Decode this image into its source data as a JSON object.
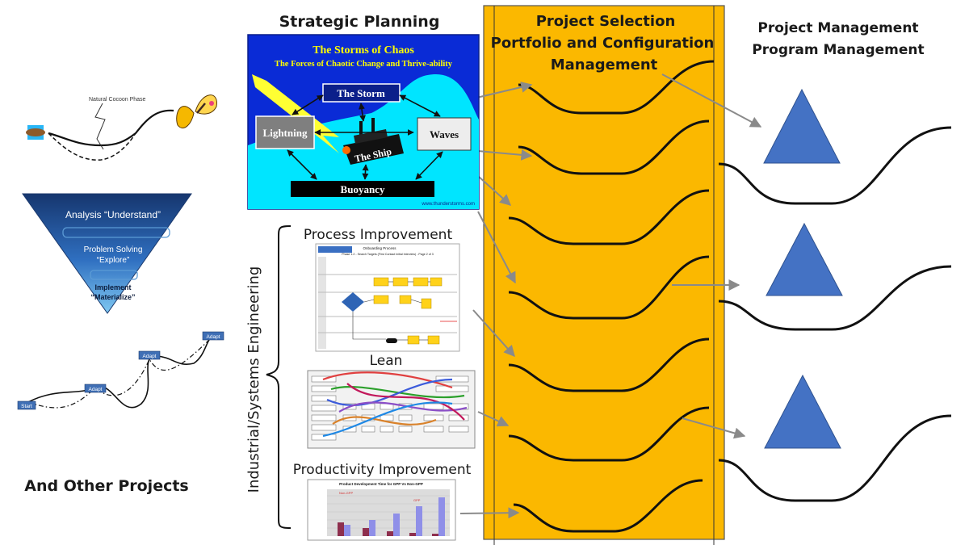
{
  "headings": {
    "strategic_planning": "Strategic Planning",
    "project_selection_line1": "Project Selection",
    "project_selection_line2": "Portfolio and Configuration",
    "project_selection_line3": "Management",
    "project_management_line1": "Project Management",
    "project_management_line2": "Program Management"
  },
  "left_panel": {
    "cocoon_label": "Natural Cocoon Phase",
    "funnel": {
      "analysis": "Analysis “Understand”",
      "problem_solving_line1": "Problem Solving",
      "problem_solving_line2": "“Explore”",
      "implement_line1": "Implement",
      "implement_line2": "“Materialize”"
    },
    "path_labels": {
      "start": "Start",
      "adapt1": "Adapt",
      "adapt2": "Adapt",
      "adapt3": "Adapt"
    },
    "other_projects": "And Other Projects"
  },
  "chaos_panel": {
    "title": "The Storms of Chaos",
    "subtitle": "The Forces of Chaotic Change and Thrive-ability",
    "storm": "The Storm",
    "lightning": "Lightning",
    "waves": "Waves",
    "ship": "The Ship",
    "buoyancy": "Buoyancy",
    "footer": "www.thunderstorms.com"
  },
  "engineering": {
    "side_label": "Industrial/Systems Engineering",
    "process_improvement": "Process Improvement",
    "process_doc_title": "Onboarding Process",
    "process_doc_subtitle": "Phase 1.2 - Search Targets (First Contact Initial Interview) - Page 2 of 3",
    "lean": "Lean",
    "productivity_improvement": "Productivity Improvement",
    "productivity_chart_title": "Product Development Time for GPP Vs Non-GPP",
    "productivity_legend_a": "Non-GPP",
    "productivity_legend_b": "GPP"
  },
  "colors": {
    "portfolio_fill": "#fbb800",
    "triangle_fill": "#4472c4",
    "chaos_bg": "#0a2bd6",
    "water": "#00e5ff",
    "funnel_dark": "#16366e",
    "arrow": "#8a8a8a"
  }
}
